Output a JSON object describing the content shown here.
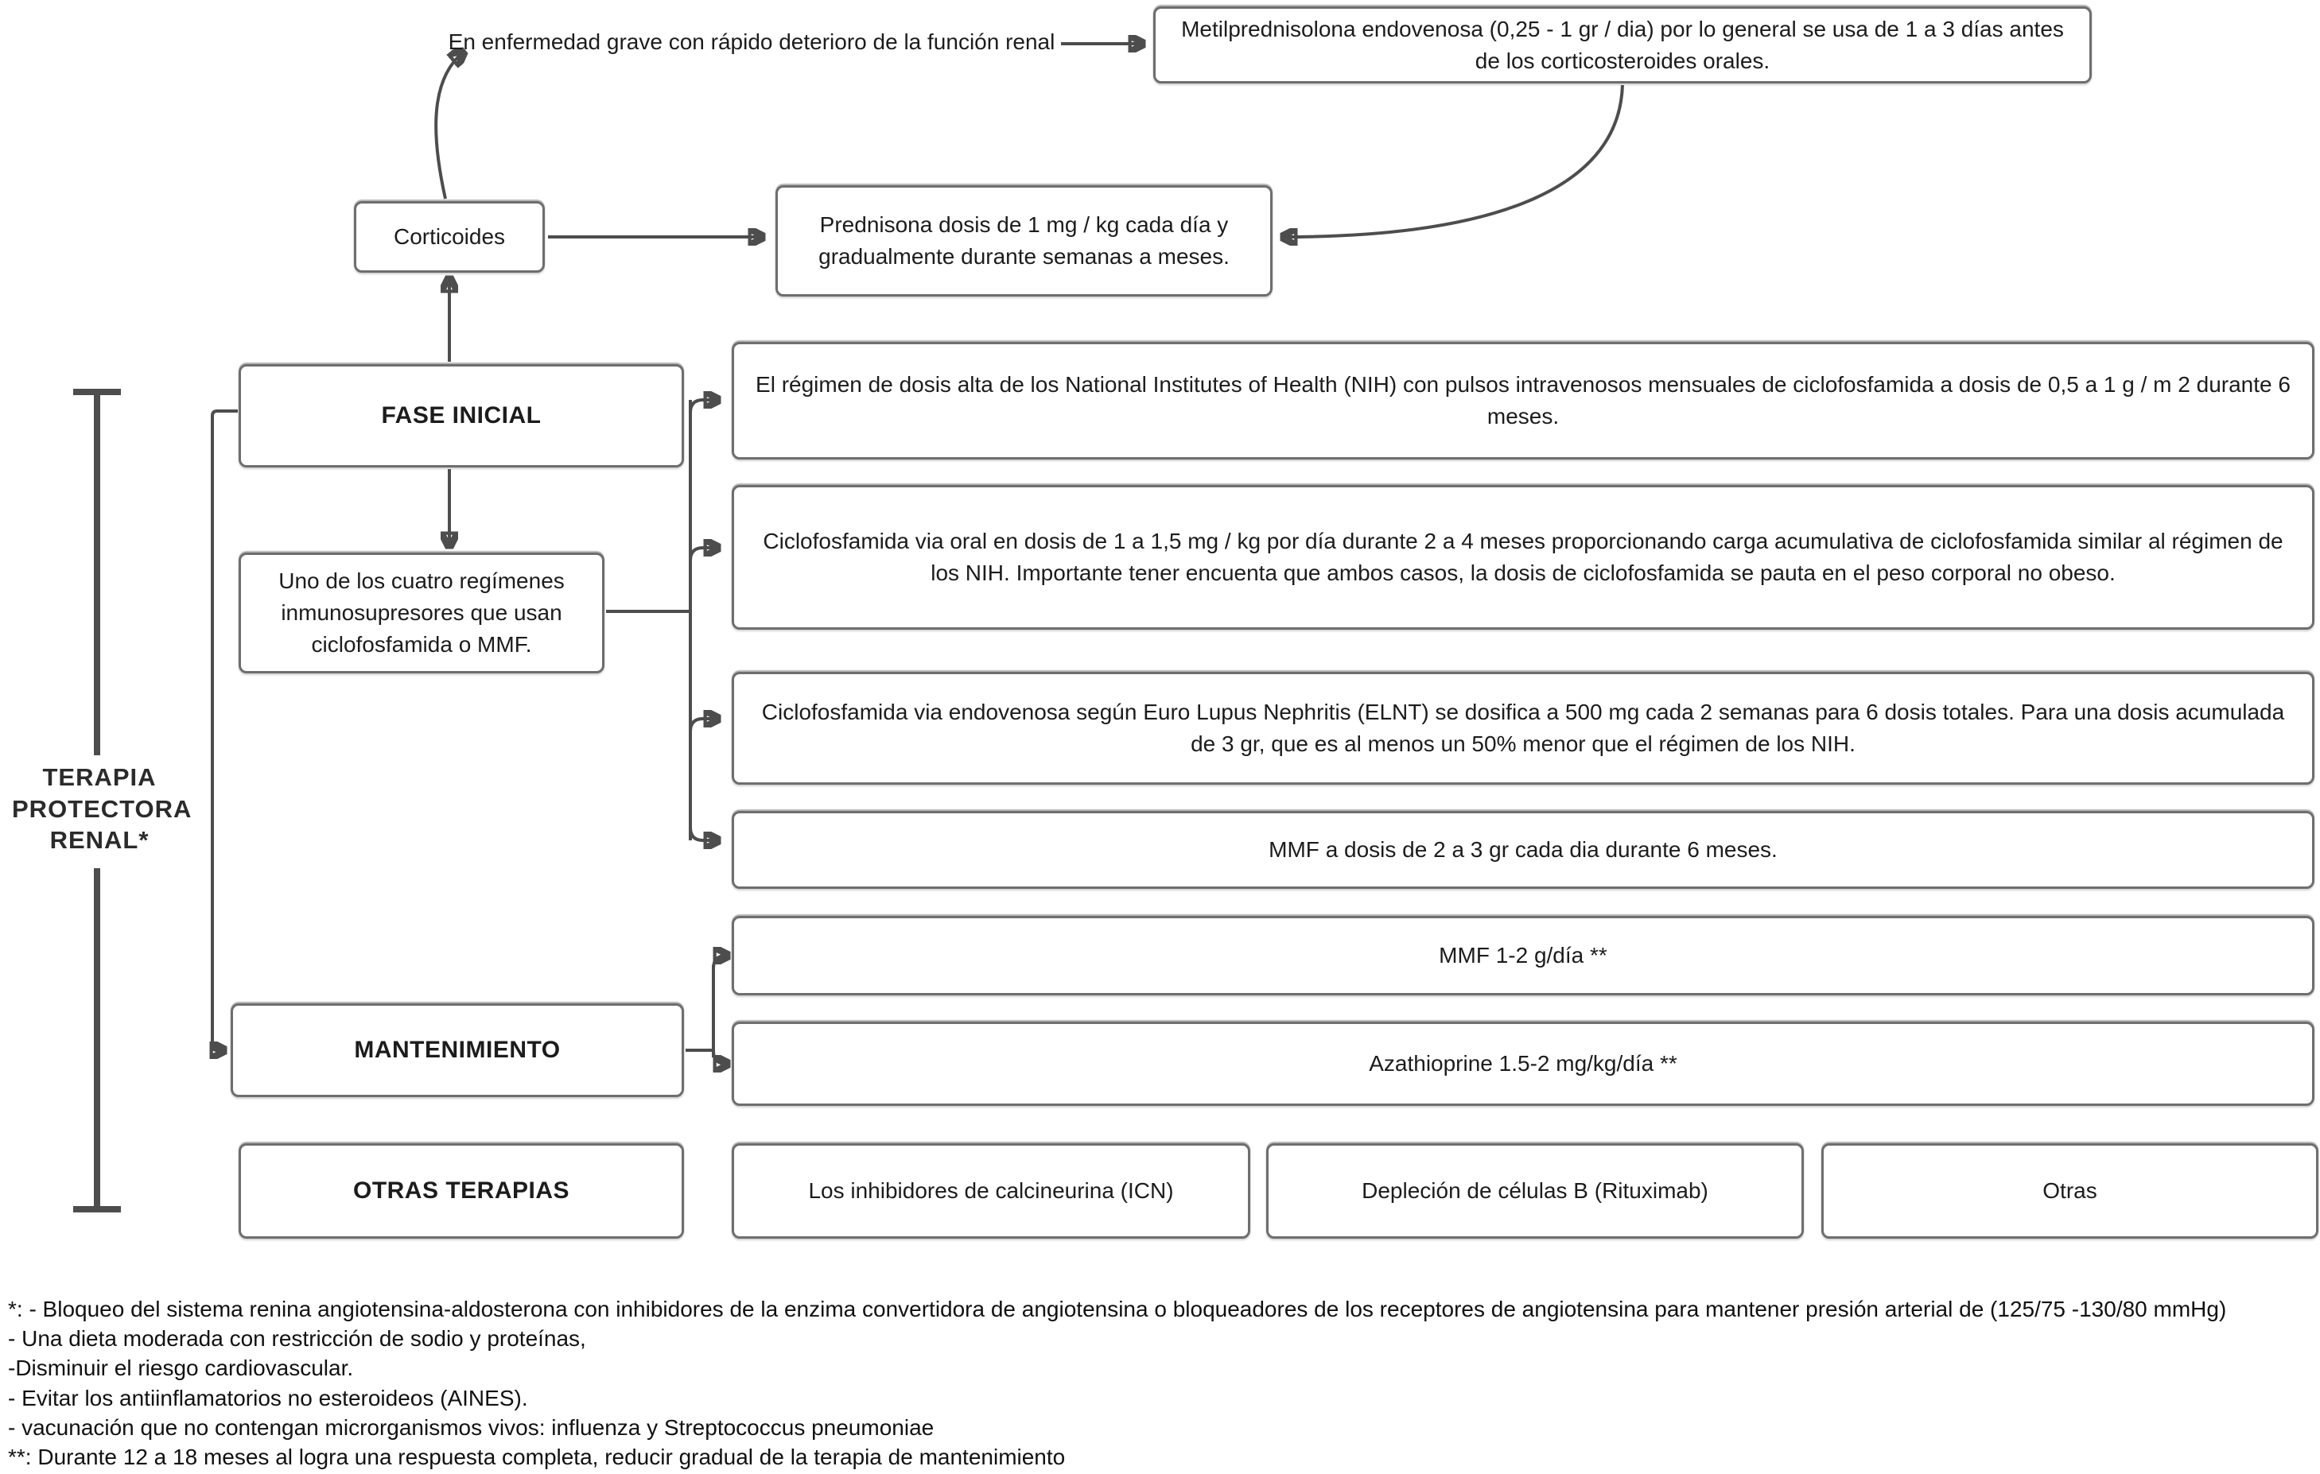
{
  "diagram": {
    "top_note": "En enfermedad grave con rápido deterioro de la función renal",
    "metilprednisolona_box": "Metilprednisolona endovenosa (0,25 - 1 gr / dia) por lo general se usa de 1 a 3 días antes de los corticosteroides orales.",
    "corticoides_box": "Corticoides",
    "prednisona_box": "Prednisona dosis  de 1 mg / kg cada día y gradualmente durante semanas a meses.",
    "left_bracket_label": "TERAPIA PROTECTORA RENAL*",
    "fase_inicial_box": "FASE INICIAL",
    "uno_regimen_box": "Uno de los cuatro regímenes inmunosupresores que usan ciclofosfamida o MMF.",
    "regimen_boxes": [
      "El régimen de dosis alta de los National Institutes of Health (NIH) con pulsos intravenosos mensuales de ciclofosfamida a dosis de 0,5 a 1 g / m 2 durante 6 meses.",
      "Ciclofosfamida via oral en dosis de 1 a 1,5 mg / kg por día durante 2 a 4 meses proporcionando carga acumulativa de ciclofosfamida similar al régimen de los NIH. Importante tener encuenta que ambos casos, la dosis de ciclofosfamida se pauta en el peso corporal no obeso.",
      "Ciclofosfamida via endovenosa según Euro Lupus Nephritis (ELNT) se dosifica a 500 mg cada 2 semanas para 6 dosis totales. Para una dosis  acumulada de 3 gr, que es al menos un 50% menor que el régimen de los NIH.",
      "MMF a dosis de 2 a 3 gr  cada dia durante 6 meses."
    ],
    "mantenimiento_box": "MANTENIMIENTO",
    "mantenimiento_option_boxes": [
      "MMF 1-2 g/día **",
      "Azathioprine 1.5-2 mg/kg/día **"
    ],
    "otras_terapias_box": "OTRAS TERAPIAS",
    "otras_option_boxes": [
      "Los inhibidores de calcineurina (ICN)",
      "Depleción de células B (Rituximab)",
      "Otras"
    ],
    "footnotes": [
      "*: - Bloqueo del sistema renina angiotensina-aldosterona con inhibidores de la enzima convertidora de angiotensina o bloqueadores de los receptores de angiotensina para mantener  presión arterial de (125/75 -130/80 mmHg)",
      "- Una dieta moderada con restricción de sodio y proteínas,",
      "-Disminuir el riesgo cardiovascular.",
      "- Evitar los antiinflamatorios no esteroideos (AINES).",
      "- vacunación que no contengan microrganismos vivos: influenza y Streptococcus pneumoniae",
      "**: Durante 12 a 18 meses al logra una respuesta completa, reducir gradual de la terapia de mantenimiento"
    ]
  },
  "colors": {
    "line": "#4d4d4d",
    "border": "#6e6e6e",
    "text": "#1c1c1c",
    "background": "#ffffff"
  }
}
